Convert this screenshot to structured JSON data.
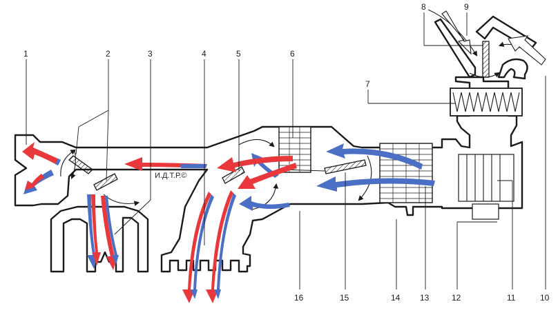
{
  "diagram": {
    "callouts": [
      "1",
      "2",
      "3",
      "4",
      "5",
      "6",
      "7",
      "8",
      "9",
      "10",
      "11",
      "12",
      "13",
      "14",
      "15",
      "16"
    ],
    "watermark": "И.Д.Т.Р.©"
  },
  "colors": {
    "hot_air": "#e8383c",
    "cold_air": "#4a6fc4",
    "outline": "#1a1a1a",
    "background": "#ffffff"
  }
}
